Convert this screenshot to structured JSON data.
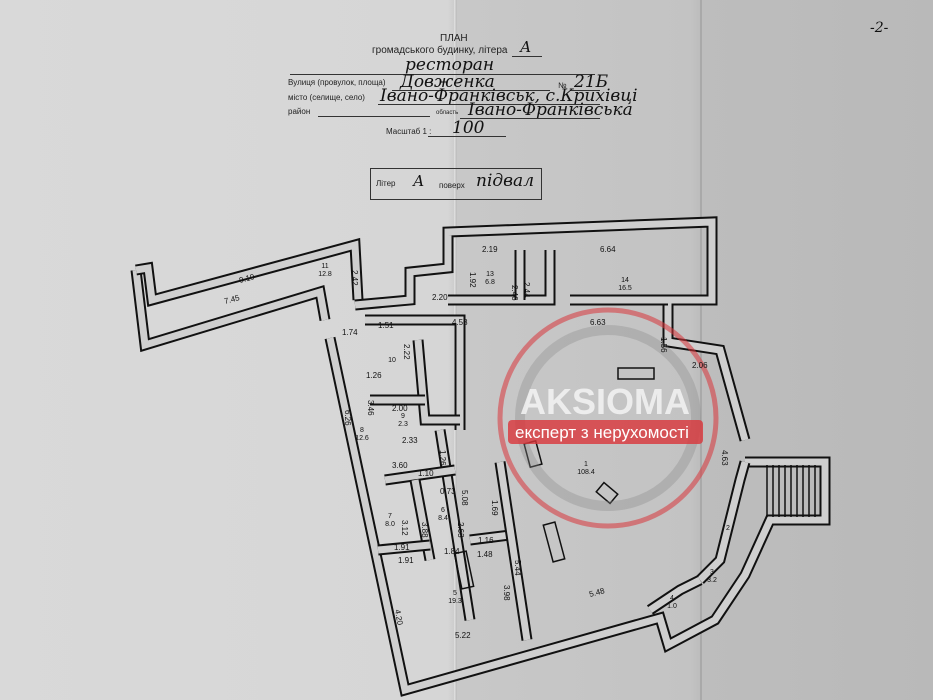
{
  "page_number": "-2-",
  "header": {
    "title": "ПЛАН",
    "subtitle_label": "громадського будинку, літера",
    "litera": "А",
    "purpose": "ресторан",
    "street_label": "Вулиця (провулок, площа)",
    "street": "Довженка",
    "number_label": "№",
    "number": "21Б",
    "city_label": "місто (селище, село)",
    "city": "Івано-Франківськ, с.Крихівці",
    "district_label": "район",
    "region_label": "область",
    "region": "Івано-Франківська",
    "scale_label": "Масштаб 1 :",
    "scale": "100"
  },
  "floor_box": {
    "litera_label": "Літер",
    "litera": "А",
    "floor_label": "поверх",
    "floor": "підвал"
  },
  "rooms": [
    {
      "number": "1",
      "area": "108.4"
    },
    {
      "number": "2",
      "area": ""
    },
    {
      "number": "3",
      "area": "3.2"
    },
    {
      "number": "4",
      "area": "1.0"
    },
    {
      "number": "5",
      "area": "19.3"
    },
    {
      "number": "6",
      "area": "8.4"
    },
    {
      "number": "7",
      "area": "8.0"
    },
    {
      "number": "8",
      "area": "12.6"
    },
    {
      "number": "9",
      "area": "2.3"
    },
    {
      "number": "10",
      "area": ""
    },
    {
      "number": "11",
      "area": "12.8"
    },
    {
      "number": "13",
      "area": "6.8"
    },
    {
      "number": "14",
      "area": "16.5"
    }
  ],
  "dimensions": [
    "9.19",
    "7.45",
    "2.42",
    "1.74",
    "2.19",
    "1.92",
    "2.46",
    "2.44",
    "6.64",
    "2.20",
    "4.58",
    "6.63",
    "1.56",
    "2.06",
    "4.63",
    "1.51",
    "2.22",
    "1.26",
    "6.26",
    "3.46",
    "2.00",
    "2.33",
    "1.26",
    "3.60",
    "1.10",
    "0.73",
    "5.08",
    "3.12",
    "3.88",
    "2.63",
    "1.69",
    "1.91",
    "1.91",
    "1.84",
    "1.16",
    "1.48",
    "5.44",
    "3.98",
    "4.20",
    "5.22",
    "5.48"
  ],
  "watermark": {
    "brand": "AKSIOMA",
    "tagline": "експерт з нерухомості",
    "color": "#d9343a"
  }
}
